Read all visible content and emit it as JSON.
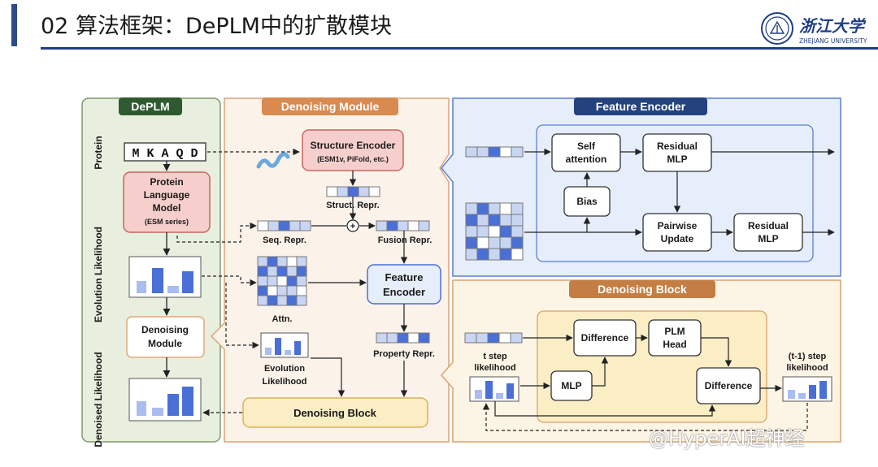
{
  "header": {
    "title": "02 算法框架：DePLM中的扩散模块",
    "logo_text": "浙江大学",
    "logo_sub": "ZHEJIANG UNIVERSITY"
  },
  "colors": {
    "title_rule": "#1f3f86",
    "deplm_panel": "#e9efdf",
    "deplm_header": "#2f5a2f",
    "denoising_module_panel": "#fbf2ea",
    "denoising_module_header": "#d98a50",
    "feature_encoder_panel": "#e6eefb",
    "feature_encoder_header": "#24427e",
    "denoising_block_panel": "#fcf4e4",
    "denoising_block_header": "#c47e44",
    "bar_blue": "#4a6fd6",
    "bar_light": "#a9bdf0"
  },
  "deplm": {
    "header": "DePLM",
    "side_protein": "Protein",
    "side_evolution": "Evolution Likelihood",
    "side_denoised": "Denoised Likelihood",
    "sequence": "M K A Q D",
    "plm_line1": "Protein",
    "plm_line2": "Language",
    "plm_line3": "Model",
    "plm_sub": "(ESM series)",
    "dm_line1": "Denoising",
    "dm_line2": "Module"
  },
  "denoising_module": {
    "header": "Denoising Module",
    "structure_encoder": "Structure Encoder",
    "structure_encoder_sub": "(ESM1v, PiFold, etc.)",
    "struct_repr": "Struct. Repr.",
    "seq_repr": "Seq. Repr.",
    "fusion_repr": "Fusion Repr.",
    "feature_encoder_line1": "Feature",
    "feature_encoder_line2": "Encoder",
    "attn": "Attn.",
    "property_repr": "Property Repr.",
    "evolution_likelihood_line1": "Evolution",
    "evolution_likelihood_line2": "Likelihood",
    "denoising_block": "Denoising Block",
    "plus": "+"
  },
  "feature_encoder": {
    "header": "Feature Encoder",
    "self_attention_line1": "Self",
    "self_attention_line2": "attention",
    "residual_mlp_line1": "Residual",
    "residual_mlp_line2": "MLP",
    "bias": "Bias",
    "pairwise_update_line1": "Pairwise",
    "pairwise_update_line2": "Update"
  },
  "denoising_block": {
    "header": "Denoising Block",
    "t_step_line1": "t step",
    "t_step_line2": "likelihood",
    "difference": "Difference",
    "plm_head_line1": "PLM",
    "plm_head_line2": "Head",
    "mlp": "MLP",
    "t1_step_line1": "(t-1) step",
    "t1_step_line2": "likelihood"
  },
  "watermark": "@HyperAI超神经"
}
